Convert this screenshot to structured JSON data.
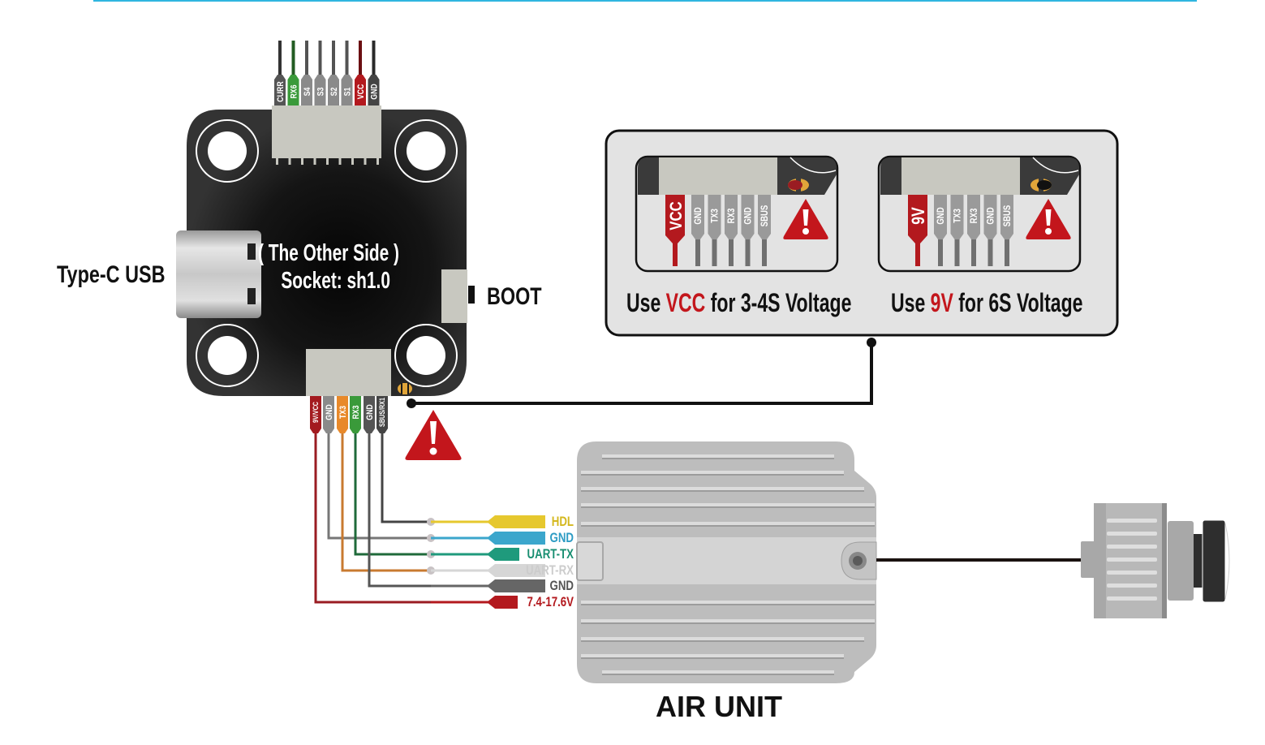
{
  "header": {
    "accent_color": "#2fb6e0"
  },
  "flight_controller": {
    "center_text_line1": "( The Other Side )",
    "center_text_line2": "Socket: sh1.0",
    "usb_label": "Type-C USB",
    "boot_label": "BOOT",
    "top_connector_pins": [
      {
        "label": "CURR",
        "color": "#555555"
      },
      {
        "label": "RX6",
        "color": "#3a9a3a"
      },
      {
        "label": "S4",
        "color": "#8a8a8a"
      },
      {
        "label": "S3",
        "color": "#8a8a8a"
      },
      {
        "label": "S2",
        "color": "#8a8a8a"
      },
      {
        "label": "S1",
        "color": "#8a8a8a"
      },
      {
        "label": "VCC",
        "color": "#b3191e"
      },
      {
        "label": "GND",
        "color": "#444444"
      }
    ],
    "bottom_connector_pins": [
      {
        "label": "9V/VCC",
        "color": "#a31a1f"
      },
      {
        "label": "GND",
        "color": "#8a8a8a"
      },
      {
        "label": "TX3",
        "color": "#e8892a"
      },
      {
        "label": "RX3",
        "color": "#3a9a3a"
      },
      {
        "label": "GND",
        "color": "#555555"
      },
      {
        "label": "SBUS/RX1",
        "color": "#444444"
      }
    ],
    "pad_labels": [
      "VCC",
      "9V"
    ]
  },
  "voltage_panel": {
    "options": [
      {
        "power_pin": "VCC",
        "pins": [
          "GND",
          "TX3",
          "RX3",
          "GND",
          "SBUS"
        ],
        "caption_prefix": "Use ",
        "caption_highlight": "VCC",
        "caption_suffix": " for 3-4S Voltage",
        "jumper_state": "VCC"
      },
      {
        "power_pin": "9V",
        "pins": [
          "GND",
          "TX3",
          "RX3",
          "GND",
          "SBUS"
        ],
        "caption_prefix": "Use ",
        "caption_highlight": "9V",
        "caption_suffix": " for 6S Voltage",
        "jumper_state": "9V"
      }
    ]
  },
  "air_unit": {
    "label": "AIR UNIT",
    "wires": [
      {
        "label": "HDL",
        "color": "#e6c82e",
        "text_color": "#d4b81e",
        "from_pin": "SBUS/RX1"
      },
      {
        "label": "GND",
        "color": "#3ba6cc",
        "text_color": "#2e9cc4",
        "from_pin": "GND"
      },
      {
        "label": "UART-TX",
        "color": "#1f9a7c",
        "text_color": "#1a8f72",
        "from_pin": "RX3"
      },
      {
        "label": "UART-RX",
        "color": "#d6d6d6",
        "text_color": "#cccccc",
        "from_pin": "TX3"
      },
      {
        "label": "GND",
        "color": "#666666",
        "text_color": "#555555",
        "from_pin": "GND"
      },
      {
        "label": "7.4-17.6V",
        "color": "#b3191e",
        "text_color": "#b3191e",
        "from_pin": "9V/VCC"
      }
    ]
  },
  "icons": {
    "warning": "warning-triangle-icon"
  }
}
